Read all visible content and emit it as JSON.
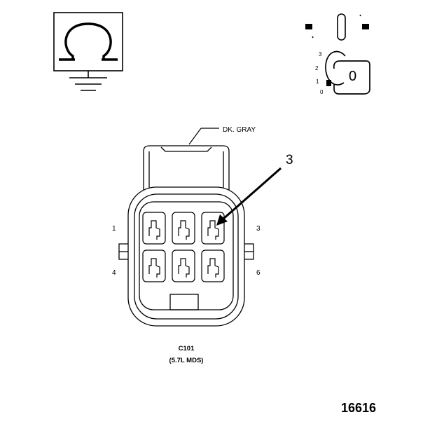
{
  "colors": {
    "ink": "#000000",
    "paper": "#ffffff"
  },
  "icons": {
    "ohmmeter": "ohm-symbol-icon",
    "ground": "ground-icon",
    "ignition": "ignition-switch-icon"
  },
  "ignition": {
    "positions": [
      "3",
      "2",
      "1",
      "0"
    ],
    "key_label": "0"
  },
  "connector": {
    "wire_label": "DK. GRAY",
    "callout": "3",
    "pin_labels": {
      "top_left": "1",
      "top_right": "3",
      "bottom_left": "4",
      "bottom_right": "6"
    },
    "name": "C101",
    "sub_name": "(5.7L MDS)"
  },
  "figure_number": "16616"
}
